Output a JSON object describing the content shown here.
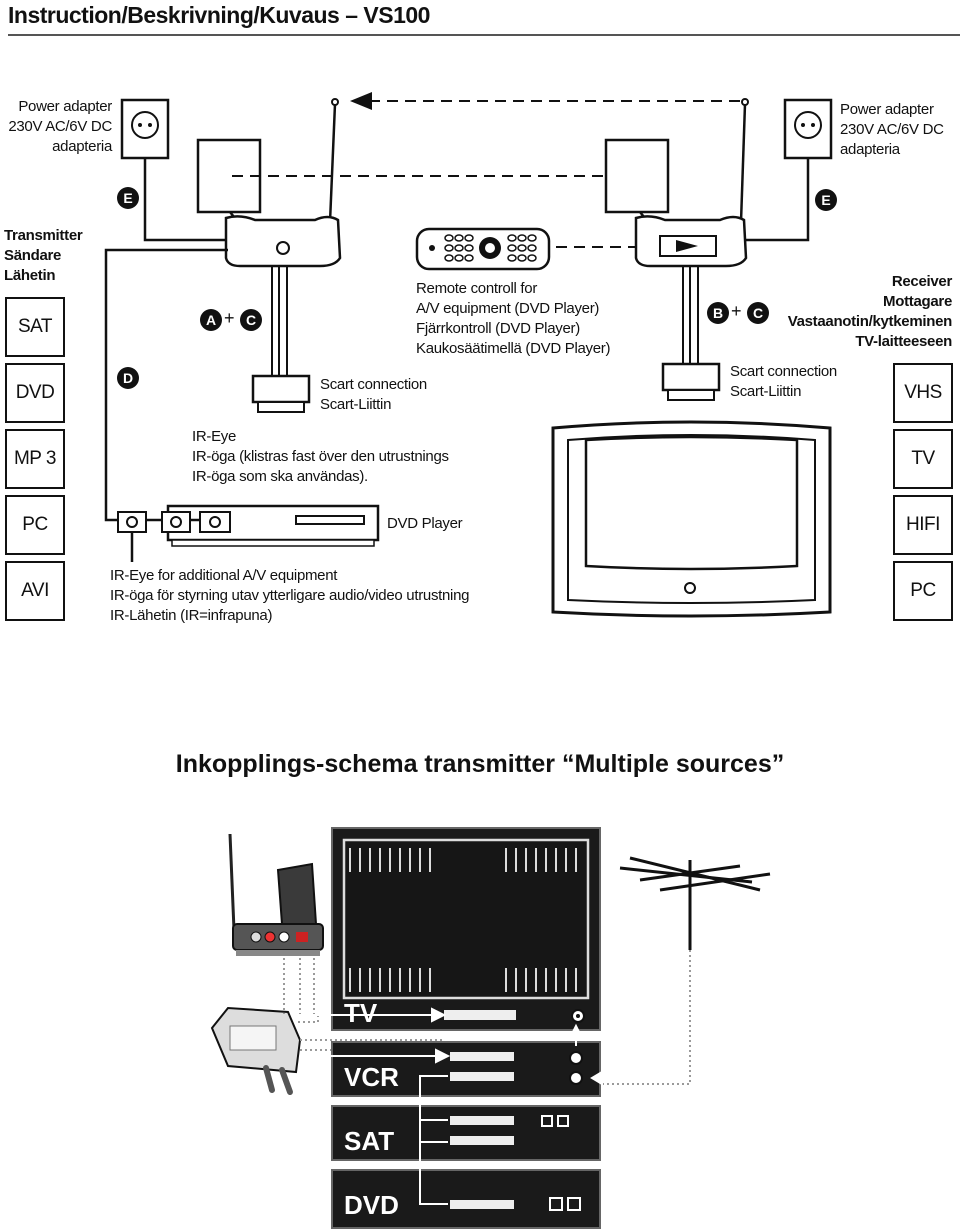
{
  "header": {
    "title": "Instruction/Beskrivning/Kuvaus – VS100"
  },
  "diagram": {
    "power_left": [
      "Power adapter",
      "230V AC/6V DC",
      "adapteria"
    ],
    "power_right": [
      "Power adapter",
      "230V AC/6V DC",
      "adapteria"
    ],
    "transmitter": [
      "Transmitter",
      "Sändare",
      "Lähetin"
    ],
    "receiver": [
      "Receiver",
      "Mottagare",
      "Vastaanotin/kytkeminen",
      "TV-laitteeseen"
    ],
    "remote": [
      "Remote controll for",
      "A/V equipment (DVD Player)",
      "Fjärrkontroll (DVD Player)",
      "Kaukosäätimellä (DVD Player)"
    ],
    "scart_left": [
      "Scart connection",
      "Scart-Liittin"
    ],
    "scart_right": [
      "Scart connection",
      "Scart-Liittin"
    ],
    "ir_eye": [
      "IR-Eye",
      "IR-öga (klistras fast över den utrustnings",
      "IR-öga som ska användas)."
    ],
    "ir_eye_additional": [
      "IR-Eye for additional A/V equipment",
      "IR-öga för styrning utav ytterligare audio/video utrustning",
      "IR-Lähetin (IR=infrapuna)"
    ],
    "dvd_player": "DVD Player",
    "markers": {
      "a": "A",
      "b": "B",
      "c": "C",
      "d": "D",
      "e": "E",
      "plus": "+"
    },
    "sources_left": [
      "SAT",
      "DVD",
      "MP 3",
      "PC",
      "AVI"
    ],
    "sources_right": [
      "VHS",
      "TV",
      "HIFI",
      "PC"
    ]
  },
  "schema": {
    "title": "Inkopplings-schema transmitter “Multiple sources”",
    "stack": [
      "TV",
      "VCR",
      "SAT",
      "DVD"
    ]
  },
  "colors": {
    "ink": "#111111",
    "panel": "#1a1a1a",
    "rule": "#555555"
  }
}
